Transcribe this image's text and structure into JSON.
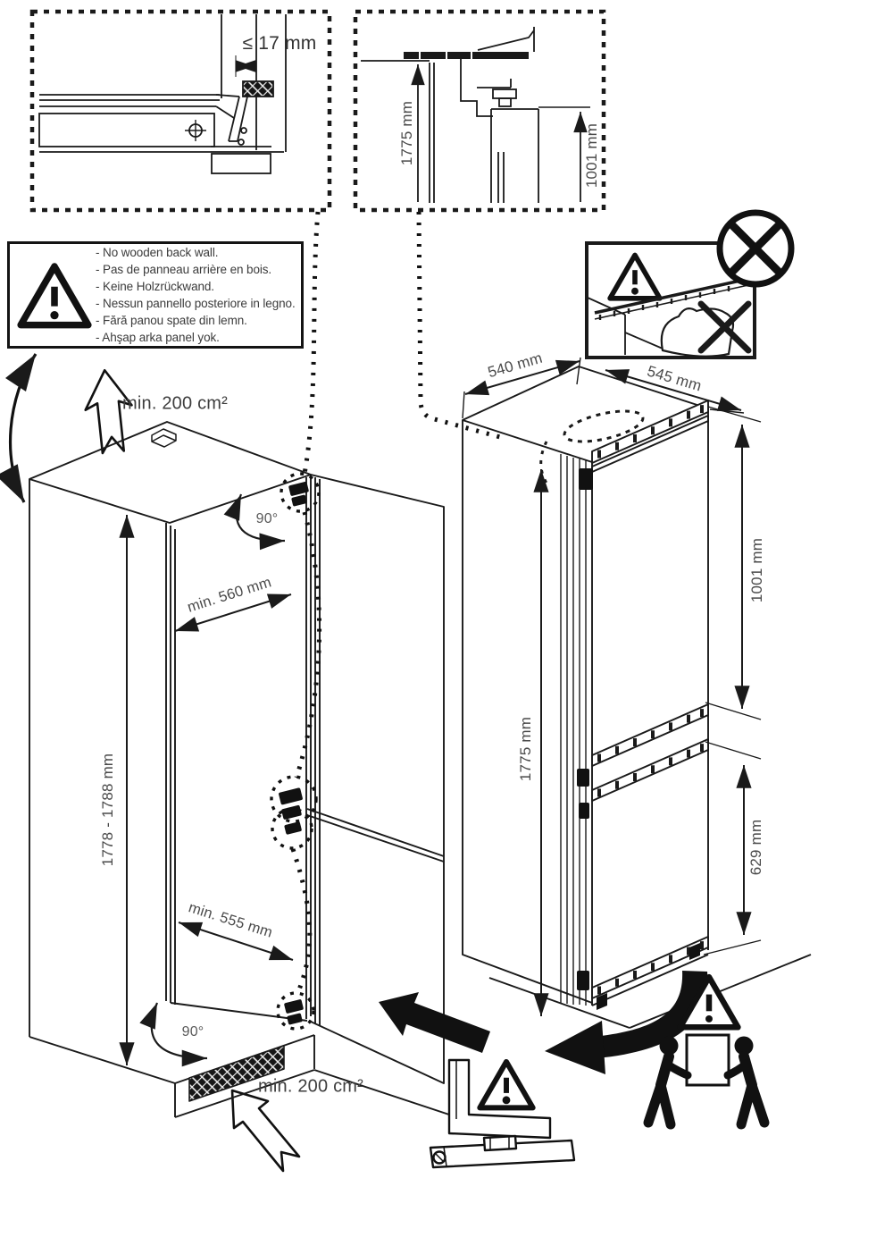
{
  "detail_boxes": {
    "hinge": {
      "clearance": "≤ 17 mm"
    },
    "section": {
      "height_total": "1775 mm",
      "height_upper": "1001 mm"
    }
  },
  "warning_note": {
    "lines": [
      "- No wooden back wall.",
      "- Pas de panneau arrière en bois.",
      "- Keine Holzrückwand.",
      "- Nessun pannello posteriore in legno.",
      "- Fără panou spate din lemn.",
      "- Ahşap arka panel yok."
    ]
  },
  "niche": {
    "vent_top": "min. 200 cm²",
    "vent_bottom": "min. 200 cm²",
    "height": "1778 - 1788 mm",
    "depth_top": "min. 560 mm",
    "depth_bottom": "min. 555 mm",
    "door_angle_top": "90°",
    "door_angle_bottom": "90°"
  },
  "appliance": {
    "width": "540 mm",
    "depth": "545 mm",
    "height": "1775 mm",
    "upper_section": "1001 mm",
    "lower_section": "629 mm"
  },
  "colors": {
    "ink": "#1a1a1a",
    "dim_text": "#4a4a4a"
  }
}
